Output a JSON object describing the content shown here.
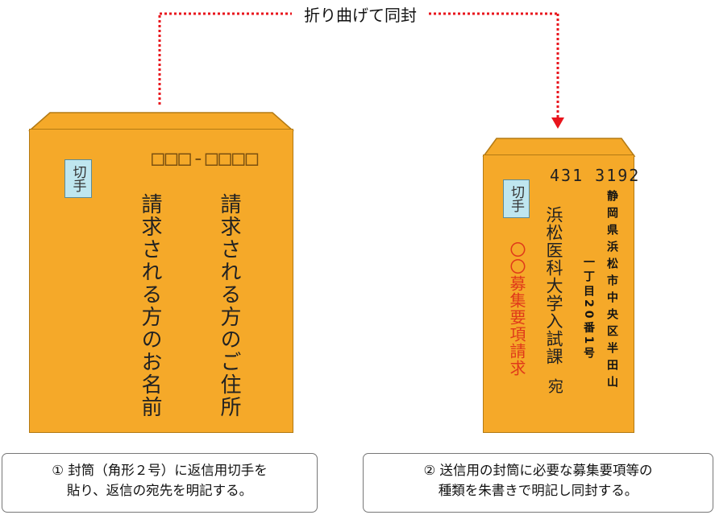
{
  "fold_label": "折り曲げて同封",
  "left_envelope": {
    "stamp": "切手",
    "postal_code": "□□□-□□□□",
    "address": "請求される方のご住所",
    "name": "請求される方のお名前"
  },
  "right_envelope": {
    "stamp": "切手",
    "postal_code": "431 3192",
    "address_line1": "静岡県浜松市中央区半田山",
    "address_line2": "一丁目20番1号",
    "recipient": "浜松医科大学入試課",
    "recipient_suffix": "宛",
    "request_note": "〇〇募集要項請求"
  },
  "captions": {
    "step1_line1": "① 封筒（角形２号）に返信用切手を",
    "step1_line2": "貼り、返信の宛先を明記する。",
    "step2_line1": "② 送信用の封筒に必要な募集要項等の",
    "step2_line2": "種類を朱書きで明記し同封する。"
  },
  "colors": {
    "envelope": "#f5a929",
    "stamp": "#bfe6ef",
    "dotted_line": "#e8141c",
    "red_text": "#e03a1a"
  }
}
